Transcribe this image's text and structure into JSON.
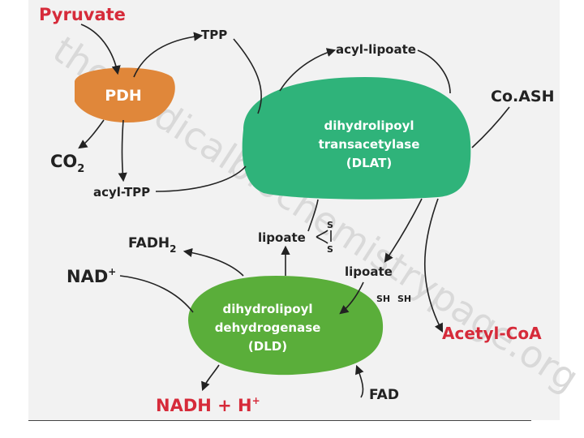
{
  "watermark": "themedicalbiochemistrypage.org",
  "enzymes": {
    "pdh": {
      "label": "PDH",
      "color": "#e0873a"
    },
    "dlat": {
      "line1": "dihydrolipoyl",
      "line2": "transacetylase",
      "line3": "(DLAT)",
      "color": "#2fb37a"
    },
    "dld": {
      "line1": "dihydrolipoyl",
      "line2": "dehydrogenase",
      "line3": "(DLD)",
      "color": "#5aae3a"
    }
  },
  "labels": {
    "pyruvate": "Pyruvate",
    "tpp": "TPP",
    "acyl_lipoate": "acyl-lipoate",
    "coash": "Co.ASH",
    "co2_main": "CO",
    "co2_sub": "2",
    "acyl_tpp": "acyl-TPP",
    "lipoate_ox": "lipoate",
    "s_top": "S",
    "s_bottom": "S",
    "fadh2_main": "FADH",
    "fadh2_sub": "2",
    "nad_main": "NAD",
    "nad_sup": "+",
    "lipoate_red": "lipoate",
    "sh_left": "SH",
    "sh_right": "SH",
    "acetyl_coa": "Acetyl-CoA",
    "nadh_main": "NADH + H",
    "nadh_sup": "+",
    "fad": "FAD"
  },
  "colors": {
    "highlight": "#d62b3a",
    "text": "#222222",
    "arrow": "#222222"
  }
}
